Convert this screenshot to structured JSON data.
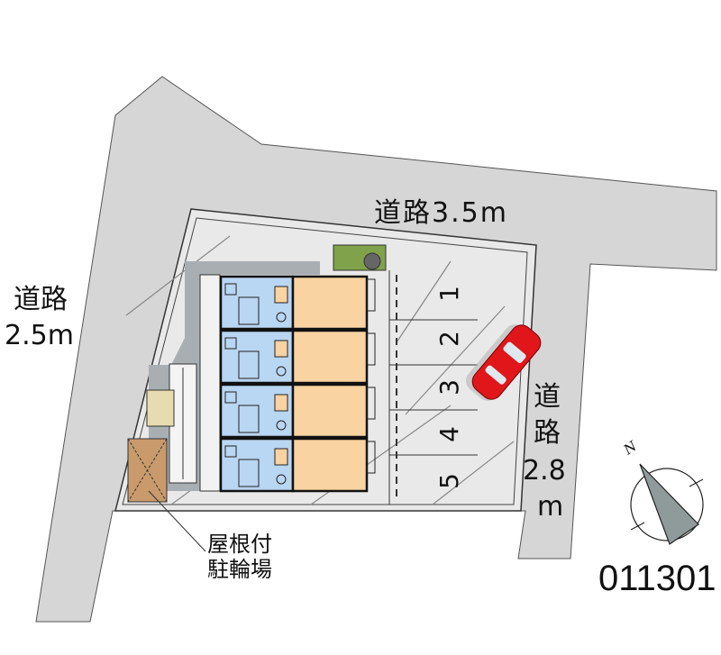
{
  "roads": {
    "top": "道路3.5m",
    "left_line1": "道路",
    "left_line2": "2.5m",
    "right_chars": [
      "道",
      "路",
      "2.8",
      "m"
    ]
  },
  "parking": {
    "spaces": [
      "1",
      "2",
      "3",
      "4",
      "5"
    ]
  },
  "bike_shed": {
    "line1": "屋根付",
    "line2": "駐輪場"
  },
  "compass": {
    "north_label": "N"
  },
  "property_code": "011301",
  "colors": {
    "road": "#d6d6d6",
    "lot": "#e9e9e9",
    "unit_blue": "#b9d6f2",
    "unit_orange": "#f9d3a1",
    "car": "#e0161b",
    "shed": "#c99a6b"
  }
}
